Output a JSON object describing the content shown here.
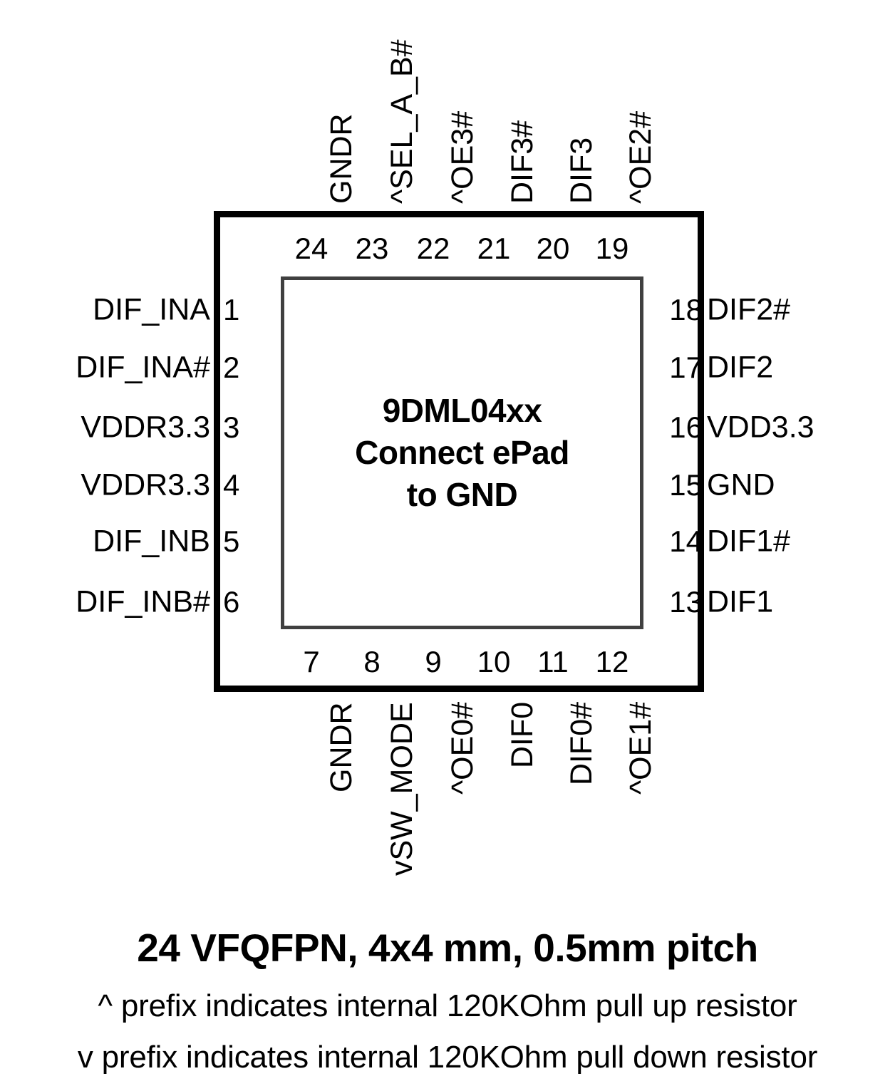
{
  "package": {
    "center_lines": [
      "9DML04xx",
      "Connect ePad",
      "to GND"
    ],
    "caption_main": "24 VFQFPN, 4x4 mm, 0.5mm pitch",
    "caption_pullup": "^ prefix indicates internal 120KOhm pull up resistor",
    "caption_pulldown": "v prefix indicates internal 120KOhm pull down resistor"
  },
  "pins": {
    "left": [
      {
        "number": "1",
        "label": "DIF_INA"
      },
      {
        "number": "2",
        "label": "DIF_INA#"
      },
      {
        "number": "3",
        "label": "VDDR3.3"
      },
      {
        "number": "4",
        "label": "VDDR3.3"
      },
      {
        "number": "5",
        "label": "DIF_INB"
      },
      {
        "number": "6",
        "label": "DIF_INB#"
      }
    ],
    "bottom": [
      {
        "number": "7",
        "label": "GNDR"
      },
      {
        "number": "8",
        "label": "vSW_MODE"
      },
      {
        "number": "9",
        "label": "^OE0#"
      },
      {
        "number": "10",
        "label": "DIF0"
      },
      {
        "number": "11",
        "label": "DIF0#"
      },
      {
        "number": "12",
        "label": "^OE1#"
      }
    ],
    "right": [
      {
        "number": "13",
        "label": "DIF1"
      },
      {
        "number": "14",
        "label": "DIF1#"
      },
      {
        "number": "15",
        "label": "GND"
      },
      {
        "number": "16",
        "label": "VDD3.3"
      },
      {
        "number": "17",
        "label": "DIF2"
      },
      {
        "number": "18",
        "label": "DIF2#"
      }
    ],
    "top": [
      {
        "number": "19",
        "label": "^OE2#"
      },
      {
        "number": "20",
        "label": "DIF3"
      },
      {
        "number": "21",
        "label": "DIF3#"
      },
      {
        "number": "22",
        "label": "^OE3#"
      },
      {
        "number": "23",
        "label": "^SEL_A_B#"
      },
      {
        "number": "24",
        "label": "GNDR"
      }
    ]
  },
  "colors": {
    "body_border": "#000000",
    "epad_border": "#404040",
    "text": "#000000",
    "background": "#ffffff"
  }
}
